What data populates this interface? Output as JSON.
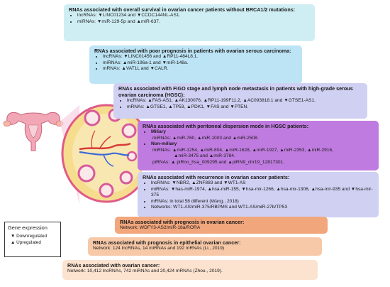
{
  "boxes": {
    "b1": {
      "title": "RNAs associated with overall survival in ovarian cancer patients without BRCA1/2 mutations:",
      "lines": [
        "lncRNAs: ▼LINC01234 and ▼CCDC144NL-AS1.",
        "miRNAs: ▼miR-129-5p and ▲miR-637."
      ]
    },
    "b2": {
      "title": "RNAs associated with poor prognosis in patients with ovarian serous carcinoma:",
      "lines": [
        "lncRNAs: ▼LINC01456 and ▲RP11-484L8.1.",
        "miRNAs: ▲miR-196a-1 and ▼miR-148a.",
        "mRNAs: ▲VAT1L and ▼CALR."
      ]
    },
    "b3": {
      "title": "RNAs associated with FIGO stage and lymph node metastasis in patients with high-grade serous ovarian carcinoma (HGSC):",
      "lines": [
        "lncRNAs: ▲FAS-AS1, ▲AK130076, ▲RP11-199F11.2, ▲AC093818.1 and ▼GTSE1-AS1.",
        "mRNAs: ▲GTSE1, ▲TP53, ▲PDK1, ▼FAS and ▼PTEN."
      ]
    },
    "b4": {
      "title": "RNAs associated with peritoneal dispersion mode in HGSC patients:",
      "miliary_label": "Miliary",
      "miliary_line": "miRNAs: ▲miR-760, ▲miR-1003 and ▲miR-2508.",
      "nonmiliary_label": "Non-miliary",
      "nonmiliary_line1": "miRNAs: ▲miR-1254, ▲miR-804, ▲miR-1628, ▲miR-1927, ▲miR-2353, ▲miR-2916,",
      "nonmiliary_line2": "▲miR-3475 and ▲miR-3784.",
      "pirna_line": "piRNAs: ▲ piRno_hsa_009295 and ▲piRN9_chr19_12817301."
    },
    "b5": {
      "title": "RNAs associated with recurrence in ovarian cancer patients:",
      "lines": [
        "lncRNAs: ▼NBR2, ▲ZNF883 and ▼WT1-AS",
        "miRNAs: ▼has-miR-1974, ▲hsa-miR-155, ▼hsa-mir-1266, ▲hsa-mir-1306, ▲hsa-mir-935 and ▼hsa-mir-375",
        "mRNAs: in total 58 different (Wang., 2018)",
        "Networks: WT1-AS/miR-375/RBPMS and WT1-AS/miR-27b/TP53"
      ]
    },
    "b6": {
      "title": "RNAs associated with prognosis in ovarian cancer:",
      "line": "Network: WDFY3-AS2/miR-18a/RORA"
    },
    "b7": {
      "title": "RNAs associated with prognosis in epithelial ovarian cancer:",
      "line": "Network: 124 lncRNAs, 14 miRNAs and 192 mRNAs (Li., 2019)"
    },
    "b8": {
      "title": "RNAs associated with ovarian cancer:",
      "line": "Network: 10,412 lncRNAs, 742 miRNAs and 20,424 mRNAs (Zhou., 2019)."
    }
  },
  "legend": {
    "title": "Gene expression",
    "down": "▼ Downregulated",
    "up": "▲ Upregulated"
  },
  "colors": {
    "uterus": "#f2a7b6",
    "ovary_fill": "#f7c2a6",
    "ovary_border": "#e05a86",
    "follicle": "#d85a9a",
    "background_stroma": "#f6dd8e"
  }
}
